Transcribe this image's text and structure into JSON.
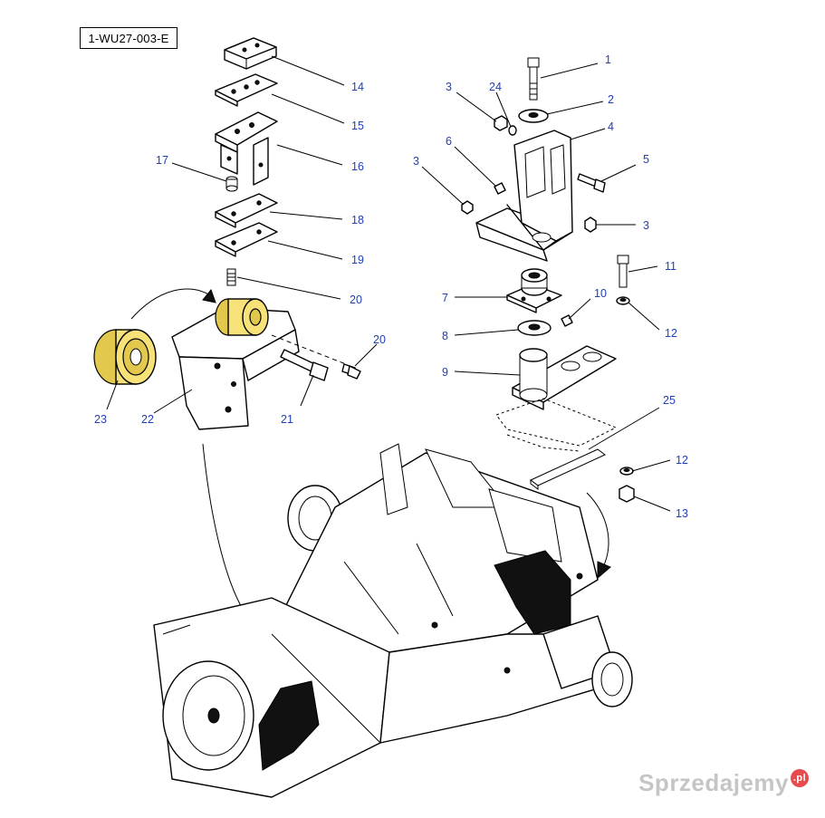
{
  "diagram": {
    "reference_code": "1-WU27-003-E",
    "callouts": [
      {
        "id": "c1",
        "label": "1"
      },
      {
        "id": "c2",
        "label": "2"
      },
      {
        "id": "c3a",
        "label": "3"
      },
      {
        "id": "c24",
        "label": "24"
      },
      {
        "id": "c4",
        "label": "4"
      },
      {
        "id": "c6",
        "label": "6"
      },
      {
        "id": "c5",
        "label": "5"
      },
      {
        "id": "c3b",
        "label": "3"
      },
      {
        "id": "c3c",
        "label": "3"
      },
      {
        "id": "c11",
        "label": "11"
      },
      {
        "id": "c7",
        "label": "7"
      },
      {
        "id": "c10",
        "label": "10"
      },
      {
        "id": "c12a",
        "label": "12"
      },
      {
        "id": "c8",
        "label": "8"
      },
      {
        "id": "c9",
        "label": "9"
      },
      {
        "id": "c25",
        "label": "25"
      },
      {
        "id": "c12b",
        "label": "12"
      },
      {
        "id": "c13",
        "label": "13"
      },
      {
        "id": "c14",
        "label": "14"
      },
      {
        "id": "c15",
        "label": "15"
      },
      {
        "id": "c16",
        "label": "16"
      },
      {
        "id": "c17",
        "label": "17"
      },
      {
        "id": "c18",
        "label": "18"
      },
      {
        "id": "c19",
        "label": "19"
      },
      {
        "id": "c20a",
        "label": "20"
      },
      {
        "id": "c20b",
        "label": "20"
      },
      {
        "id": "c21",
        "label": "21"
      },
      {
        "id": "c22",
        "label": "22"
      },
      {
        "id": "c23",
        "label": "23"
      }
    ],
    "colors": {
      "callout_text": "#1f3fb8",
      "highlight_part": "#f7e27a",
      "line": "#000000"
    }
  },
  "watermark": {
    "text": "Sprzedajemy",
    "suffix": ".pl"
  }
}
